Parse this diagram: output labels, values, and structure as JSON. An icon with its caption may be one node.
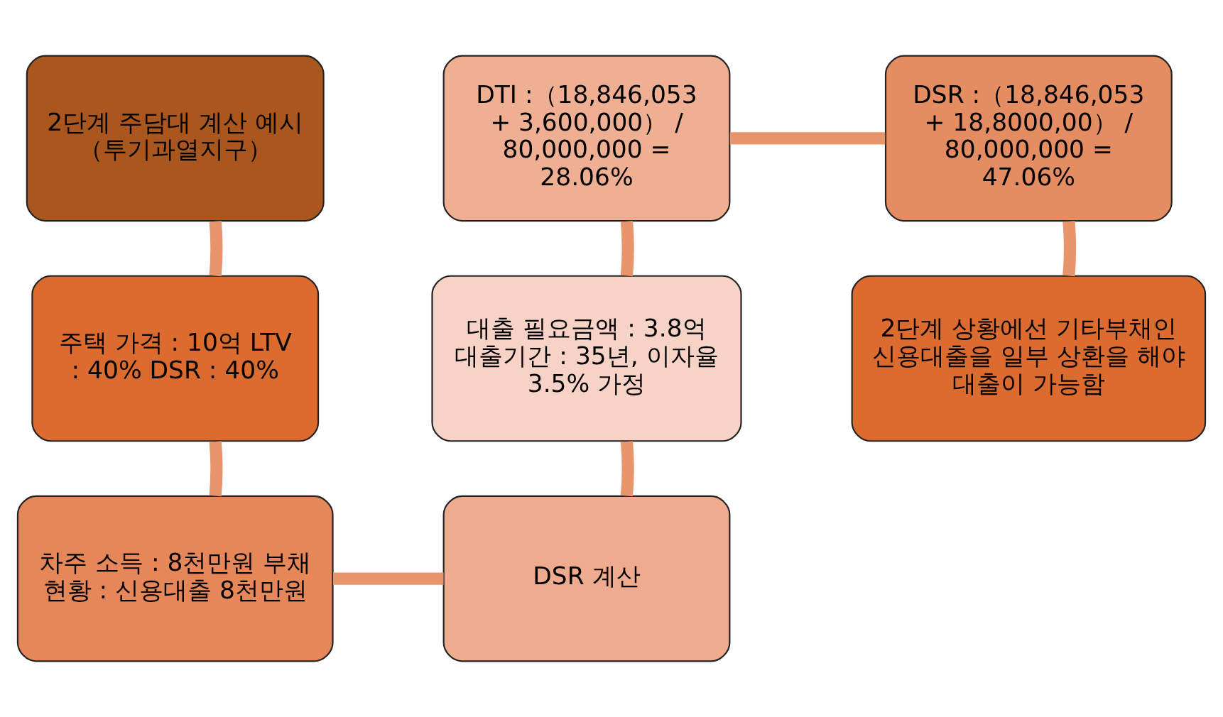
{
  "diagram": {
    "nodes": [
      {
        "text": [
          "2단계 주담대 계산 예시 （투기과열지구）"
        ]
      },
      {
        "text": [
          "DTI :（18,846,053 + 3,600,000） / 80,000,000 = 28.06%"
        ]
      },
      {
        "text": [
          "DSR :（18,846,053 + 18,8000,00） / 80,000,000 = 47.06%"
        ]
      },
      {
        "text": [
          "주택 가격 : 10억 LTV : 40% DSR : 40%"
        ]
      },
      {
        "text": [
          "대출 필요금액 : 3.8억 대출기간 : 35년, 이자율 3.5% 가정"
        ]
      },
      {
        "text": [
          "2단계 상황에선 기타부채인 신용대출을 일부 상환을 해야 대출이 가능함"
        ]
      },
      {
        "text": [
          "차주 소득 : 8천만원 부채 현황 : 신용대출 8천만원"
        ]
      },
      {
        "text": [
          "DSR 계산"
        ]
      }
    ],
    "edges": [
      {
        "from": 0,
        "to": 3,
        "arrow": "none"
      },
      {
        "from": 3,
        "to": 6,
        "arrow": "none"
      },
      {
        "from": 6,
        "to": 7,
        "arrow": "none"
      },
      {
        "from": 7,
        "to": 4,
        "arrow": "none"
      },
      {
        "from": 4,
        "to": 1,
        "arrow": "none"
      },
      {
        "from": 1,
        "to": 2,
        "arrow": "none"
      },
      {
        "from": 2,
        "to": 5,
        "arrow": "none"
      }
    ]
  }
}
